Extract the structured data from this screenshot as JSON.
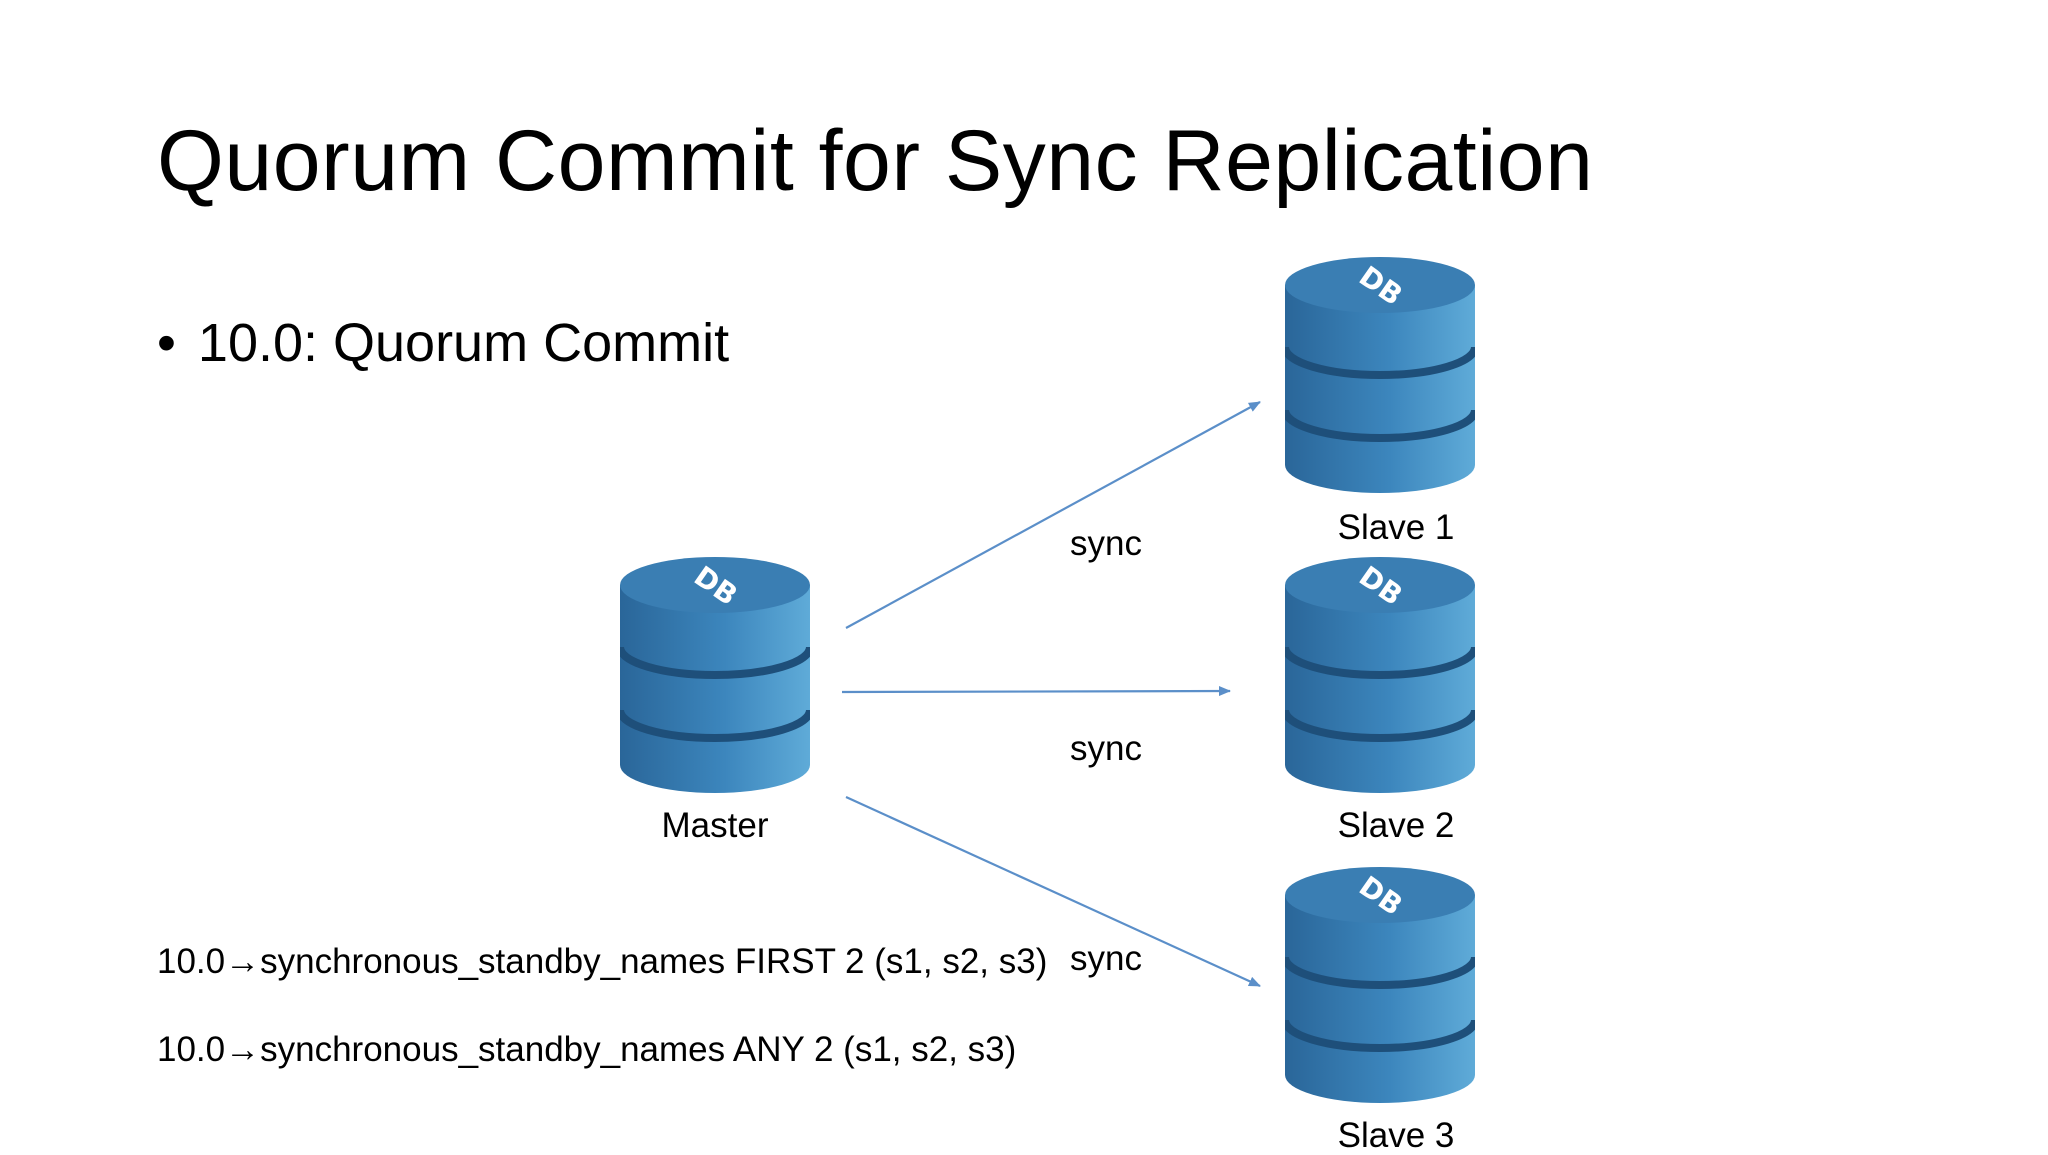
{
  "slide": {
    "title": "Quorum Commit for Sync Replication",
    "bullet": "10.0: Quorum Commit",
    "commands": [
      {
        "version": "10.0",
        "arrow": "→",
        "text": "synchronous_standby_names FIRST 2 (s1, s2, s3)"
      },
      {
        "version": "10.0",
        "arrow": "→",
        "text": "synchronous_standby_names ANY 2 (s1, s2, s3)"
      }
    ]
  },
  "diagram": {
    "icon_text": "DB",
    "colors": {
      "db_body": "#2f6fa3",
      "db_light": "#5aa5d3",
      "db_top": "#3b7fb4",
      "edge": "#5b8fc9"
    },
    "nodes": {
      "master": {
        "label": "Master",
        "icon": "database-icon"
      },
      "slave1": {
        "label": "Slave 1",
        "icon": "database-icon"
      },
      "slave2": {
        "label": "Slave 2",
        "icon": "database-icon"
      },
      "slave3": {
        "label": "Slave 3",
        "icon": "database-icon"
      }
    },
    "edges": [
      {
        "from": "master",
        "to": "slave1",
        "label": "sync"
      },
      {
        "from": "master",
        "to": "slave2",
        "label": "sync"
      },
      {
        "from": "master",
        "to": "slave3",
        "label": "sync"
      }
    ]
  }
}
